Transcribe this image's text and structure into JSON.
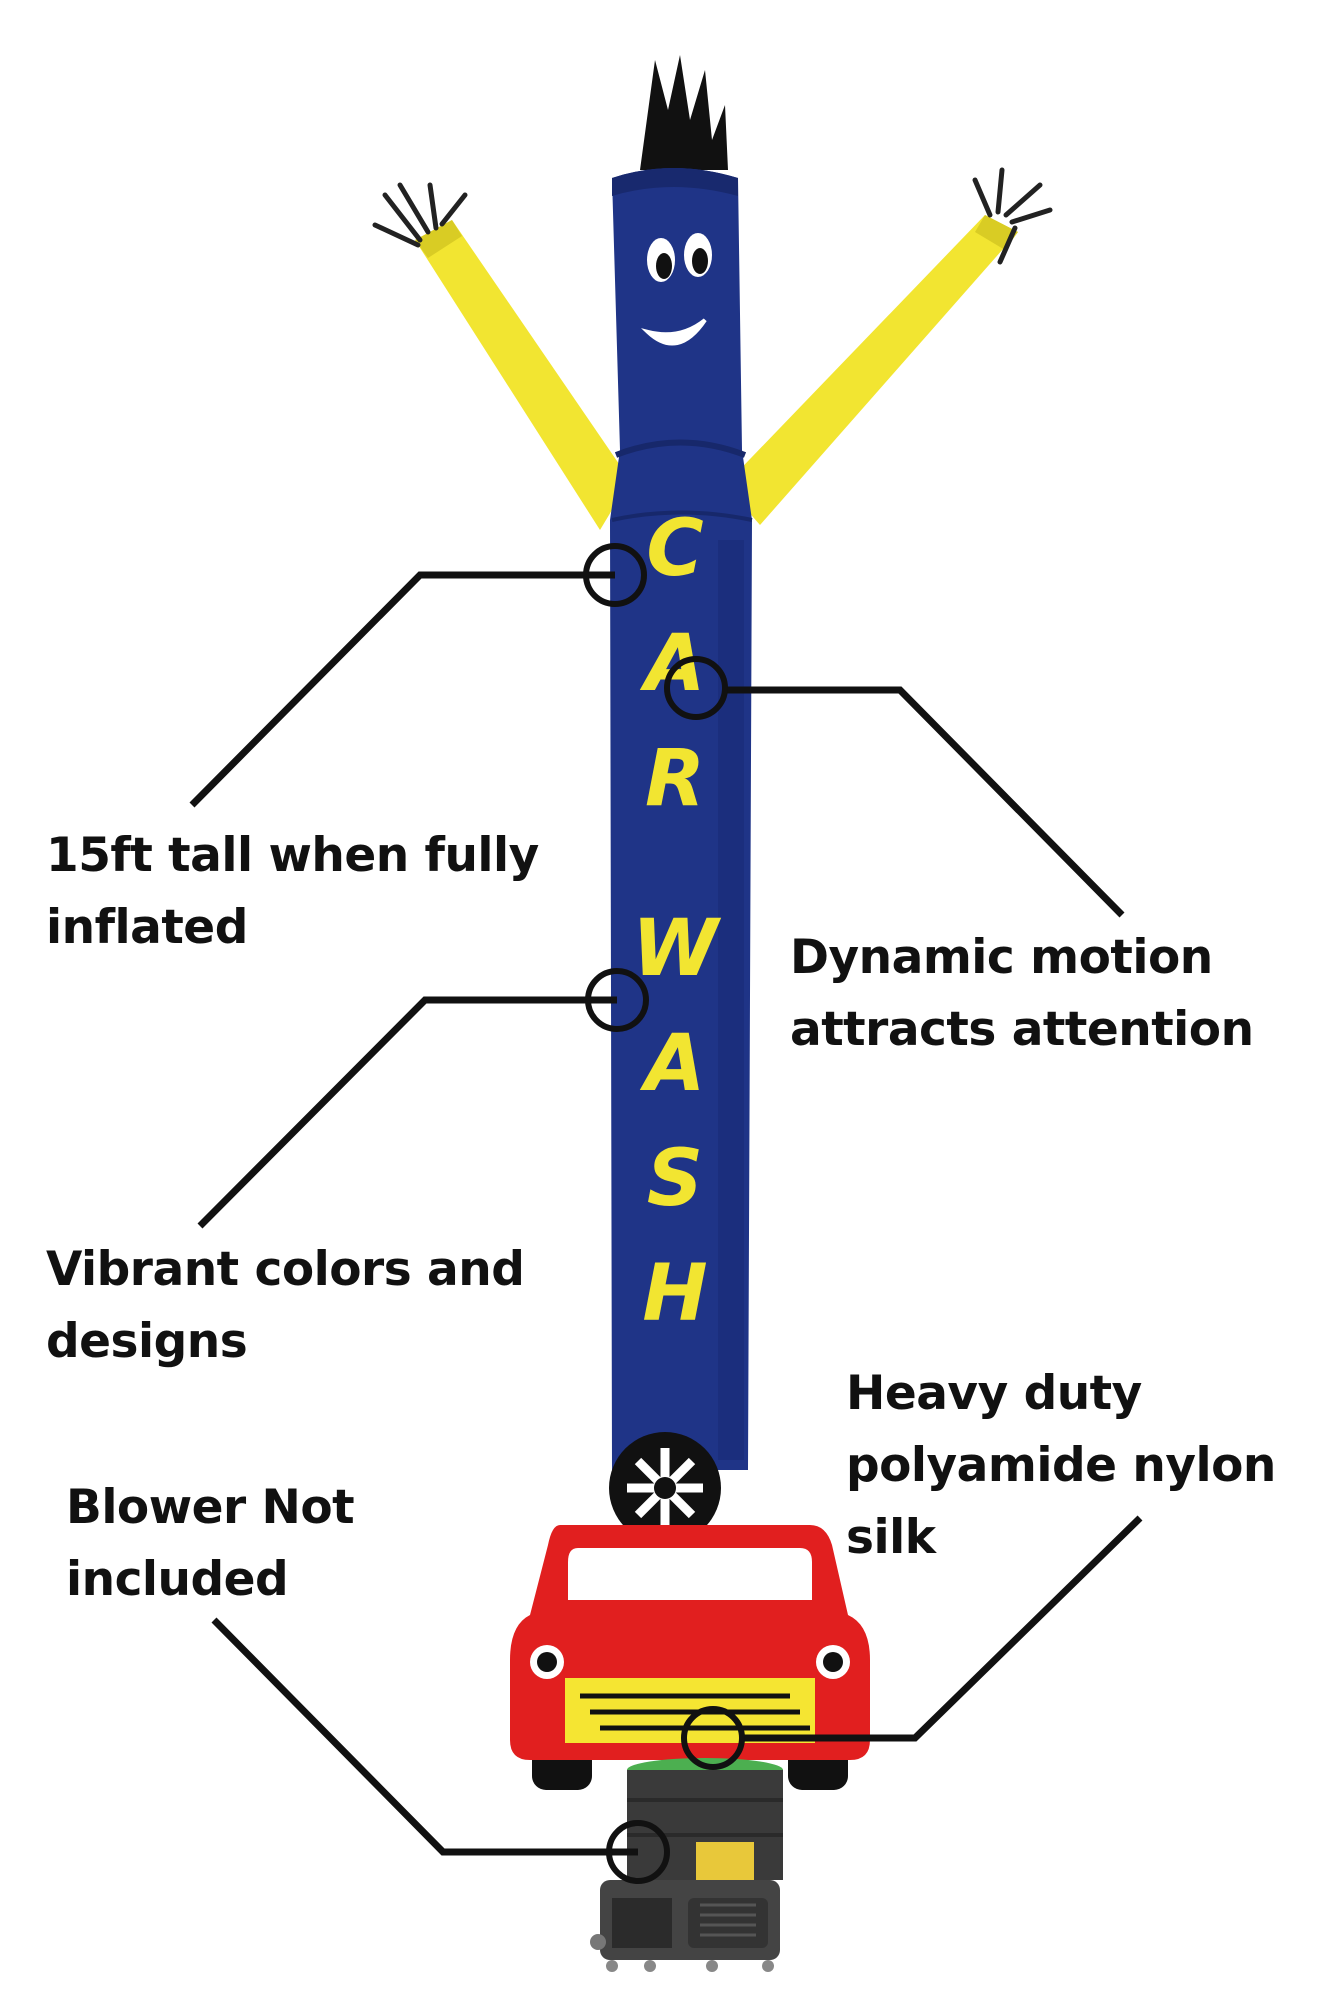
{
  "product": {
    "banner_text": "CAR WASH",
    "colors": {
      "tube": "#1f3487",
      "arms": "#f2e531",
      "lettering": "#f2e531",
      "car_body": "#e11f1f",
      "blower": "#3c3c3c"
    },
    "icon": "car-icon"
  },
  "callouts": [
    {
      "id": "height",
      "text": "15ft tall when fully inflated"
    },
    {
      "id": "motion",
      "text": "Dynamic motion attracts attention"
    },
    {
      "id": "colors",
      "text": "Vibrant colors and designs"
    },
    {
      "id": "blower",
      "text": "Blower Not included"
    },
    {
      "id": "fabric",
      "text": "Heavy duty polyamide nylon silk"
    }
  ]
}
